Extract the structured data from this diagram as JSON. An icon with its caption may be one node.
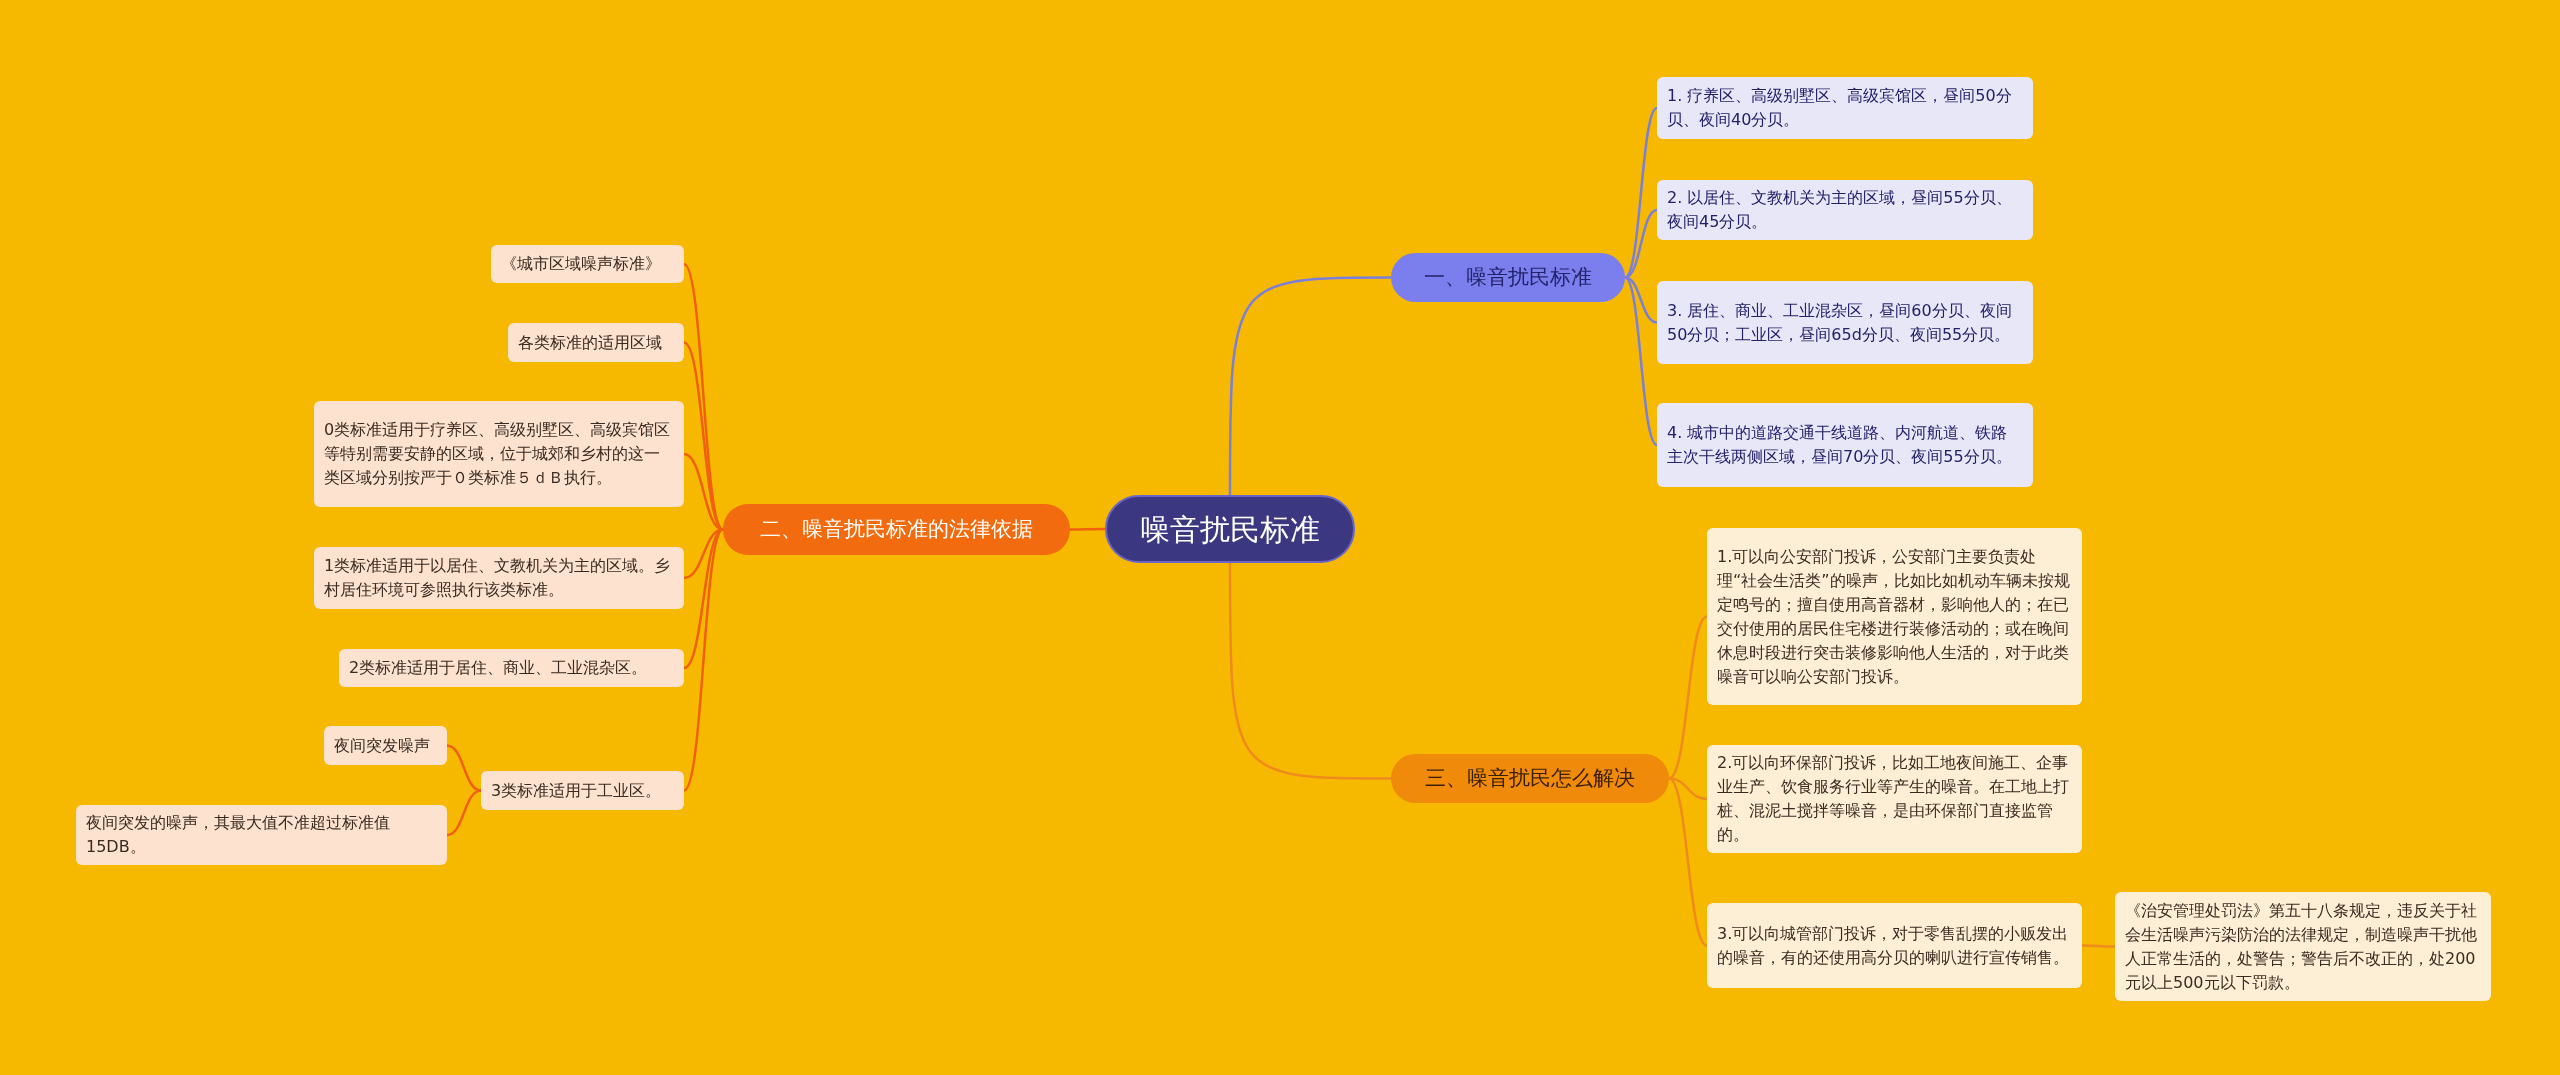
{
  "diagram": {
    "nodes": [
      {
        "text": [
          "噪音扰民标准"
        ]
      },
      {
        "text": [
          "一、噪音扰民标准"
        ]
      },
      {
        "text": [
          "1. 疗养区、高级别墅区、高级宾馆区，昼间50分贝、夜间40分贝。"
        ]
      },
      {
        "text": [
          "2. 以居住、文教机关为主的区域，昼间55分贝、夜间45分贝。"
        ]
      },
      {
        "text": [
          "3. 居住、商业、工业混杂区，昼间60分贝、夜间50分贝；工业区，昼间65d分贝、夜间55分贝。"
        ]
      },
      {
        "text": [
          "4. 城市中的道路交通干线道路、内河航道、铁路主次干线两侧区域，昼间70分贝、夜间55分贝。"
        ]
      },
      {
        "text": [
          "二、噪音扰民标准的法律依据"
        ]
      },
      {
        "text": [
          "《城市区域噪声标准》"
        ]
      },
      {
        "text": [
          "各类标准的适用区域"
        ]
      },
      {
        "text": [
          "0类标准适用于疗养区、高级别墅区、高级宾馆区等特别需要安静的区域，位于城郊和乡村的这一类区域分别按严于０类标准５ｄＢ执行。"
        ]
      },
      {
        "text": [
          "1类标准适用于以居住、文教机关为主的区域。乡村居住环境可参照执行该类标准。"
        ]
      },
      {
        "text": [
          "2类标准适用于居住、商业、工业混杂区。"
        ]
      },
      {
        "text": [
          "3类标准适用于工业区。"
        ]
      },
      {
        "text": [
          "夜间突发噪声"
        ]
      },
      {
        "text": [
          "夜间突发的噪声，其最大值不准超过标准值15DB。"
        ]
      },
      {
        "text": [
          "三、噪音扰民怎么解决"
        ]
      },
      {
        "text": [
          "1.可以向公安部门投诉，公安部门主要负责处理“社会生活类”的噪声，比如比如机动车辆未按规定鸣号的；擅自使用高音器材，影响他人的；在已交付使用的居民住宅楼进行装修活动的；或在晚间休息时段进行突击装修影响他人生活的，对于此类噪音可以响公安部门投诉。"
        ]
      },
      {
        "text": [
          "2.可以向环保部门投诉，比如工地夜间施工、企事业生产、饮食服务行业等产生的噪音。在工地上打桩、混泥土搅拌等噪音，是由环保部门直接监管的。"
        ]
      },
      {
        "text": [
          "3.可以向城管部门投诉，对于零售乱摆的小贩发出的噪音，有的还使用高分贝的喇叭进行宣传销售。"
        ]
      },
      {
        "text": [
          "《治安管理处罚法》第五十八条规定，违反关于社会生活噪声污染防治的法律规定，制造噪声干扰他人正常生活的，处警告；警告后不改正的，处200元以上500元以下罚款。"
        ]
      }
    ],
    "edges": [
      {
        "from": 0,
        "to": 1,
        "arrow": "none",
        "color": "#7b7fd9"
      },
      {
        "from": 1,
        "to": 2,
        "arrow": "none",
        "color": "#7b7fd9"
      },
      {
        "from": 1,
        "to": 3,
        "arrow": "none",
        "color": "#7b7fd9"
      },
      {
        "from": 1,
        "to": 4,
        "arrow": "none",
        "color": "#7b7fd9"
      },
      {
        "from": 1,
        "to": 5,
        "arrow": "none",
        "color": "#7b7fd9"
      },
      {
        "from": 0,
        "to": 6,
        "arrow": "none"
      },
      {
        "from": 6,
        "to": 7,
        "arrow": "none"
      },
      {
        "from": 6,
        "to": 8,
        "arrow": "none"
      },
      {
        "from": 6,
        "to": 9,
        "arrow": "none"
      },
      {
        "from": 6,
        "to": 10,
        "arrow": "none"
      },
      {
        "from": 6,
        "to": 11,
        "arrow": "none"
      },
      {
        "from": 6,
        "to": 12,
        "arrow": "none"
      },
      {
        "from": 12,
        "to": 13,
        "arrow": "none"
      },
      {
        "from": 12,
        "to": 14,
        "arrow": "none"
      },
      {
        "from": 0,
        "to": 15,
        "arrow": "none",
        "color": "#ef8a1c"
      },
      {
        "from": 15,
        "to": 16,
        "arrow": "none",
        "color": "#ef8a1c"
      },
      {
        "from": 15,
        "to": 17,
        "arrow": "none",
        "color": "#ef8a1c"
      },
      {
        "from": 15,
        "to": 18,
        "arrow": "none",
        "color": "#ef8a1c"
      },
      {
        "from": 18,
        "to": 19,
        "arrow": "none",
        "color": "#ef8a1c"
      }
    ]
  }
}
